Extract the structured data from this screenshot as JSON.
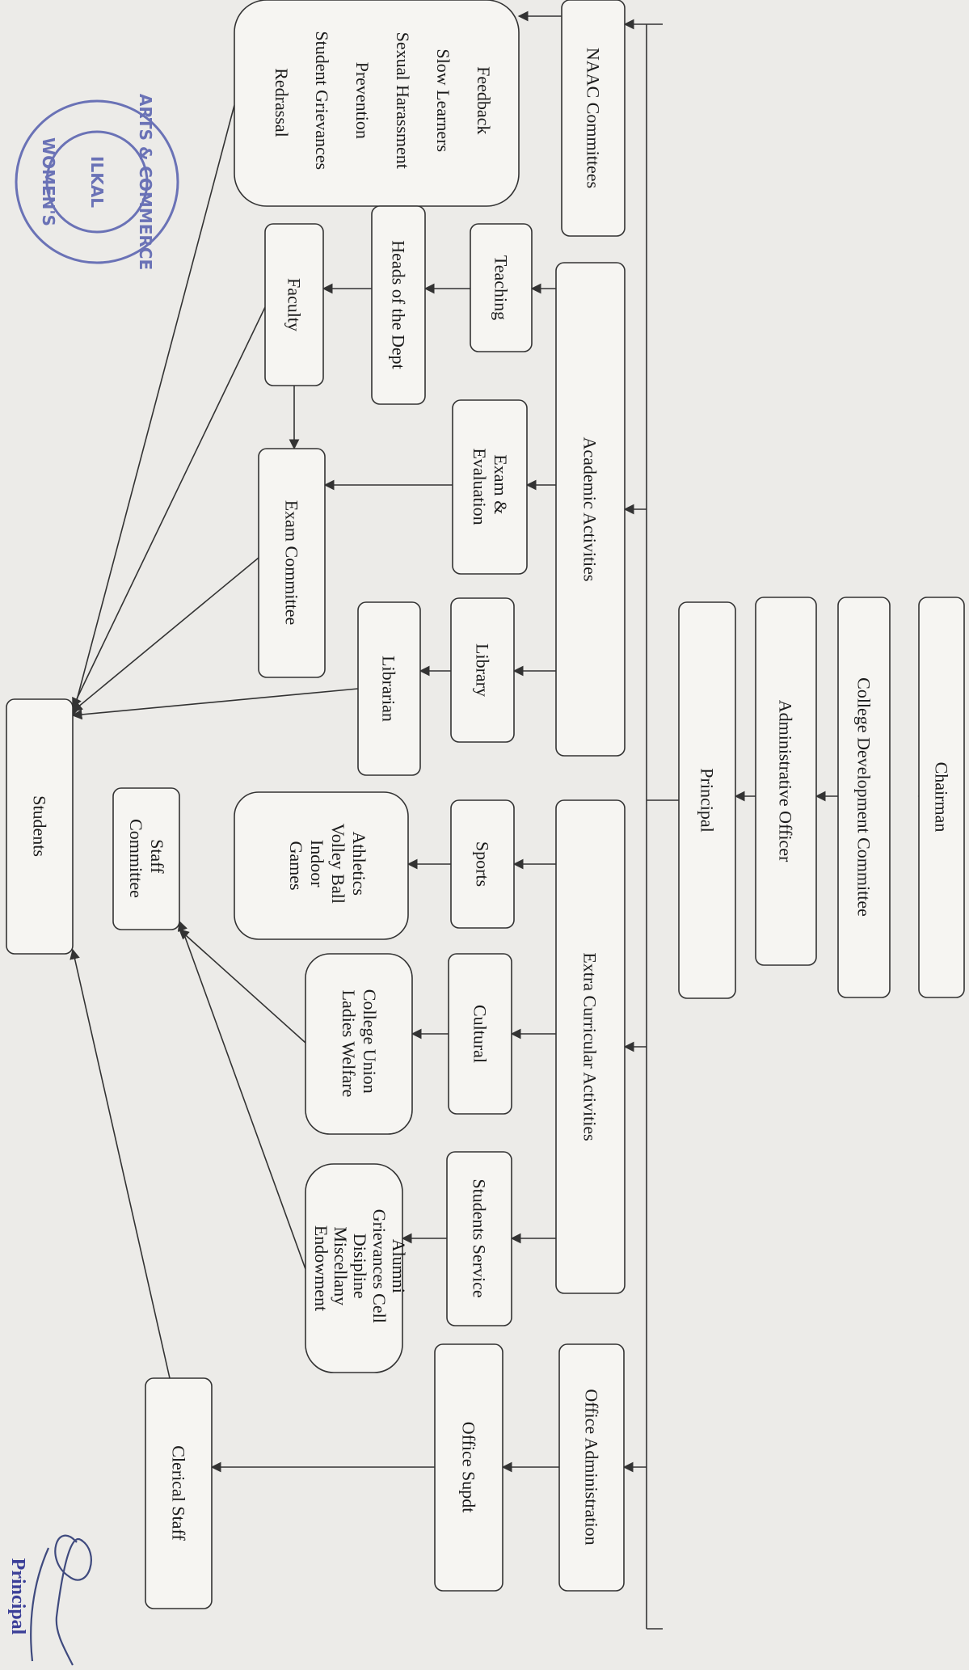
{
  "nodes": {
    "chairman": "Chairman",
    "cdc": "College Development Committee",
    "admin_officer": "Administrative Officer",
    "principal": "Principal",
    "naac": "NAAC Committees",
    "academic": "Academic Activities",
    "extra": "Extra Curricular Activities",
    "office_admin": "Office Administration",
    "committees_list": [
      "Feedback",
      "Slow Learners",
      "Sexual Harassment",
      "Prevention",
      "Student Grievances",
      "Redrassal"
    ],
    "teaching": "Teaching",
    "exam_eval": [
      "Exam &",
      "Evaluation"
    ],
    "library": "Library",
    "sports": "Sports",
    "cultural": "Cultural",
    "students_service": "Students Service",
    "office_supdt": "Office Supdt",
    "hods": "Heads of the Dept",
    "librarian": "Librarian",
    "sports_list": [
      "Athletics",
      "Volley Ball",
      "Indoor",
      "Games"
    ],
    "cultural_list": [
      "College Union",
      "Ladies Welfare"
    ],
    "service_list": [
      "Alumni",
      "Grievances Cell",
      "Disipline",
      "Miscellany",
      "Endowment"
    ],
    "faculty": "Faculty",
    "exam_committee": "Exam Committee",
    "staff_committee": [
      "Staff",
      "Committee"
    ],
    "clerical": "Clerical Staff",
    "students": "Students"
  },
  "seal": {
    "text": [
      "ARTS & COMMERCE",
      "ILKAL",
      "WOMEN'S"
    ]
  },
  "signature": {
    "label": "Principal"
  }
}
